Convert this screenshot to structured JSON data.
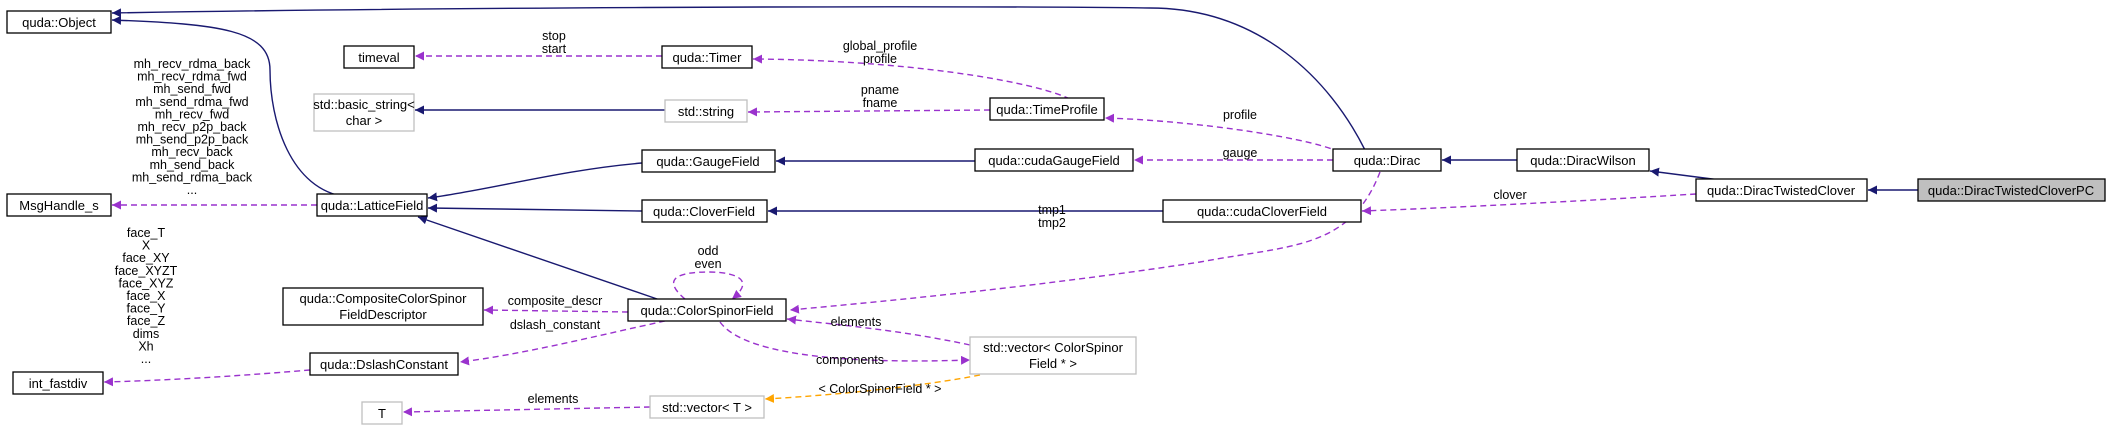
{
  "nodes": {
    "object": "quda::Object",
    "timeval": "timeval",
    "timer": "quda::Timer",
    "basic_string_1": "std::basic_string<",
    "basic_string_2": "char >",
    "string": "std::string",
    "timeprofile": "quda::TimeProfile",
    "msghandle": "MsgHandle_s",
    "latticefield": "quda::LatticeField",
    "gaugefield": "quda::GaugeField",
    "cudagaugefield": "quda::cudaGaugeField",
    "cloverfield": "quda::CloverField",
    "cudacloverfield": "quda::cudaCloverField",
    "dirac": "quda::Dirac",
    "diracwilson": "quda::DiracWilson",
    "diractwistedclover": "quda::DiracTwistedClover",
    "diractwistedcloverpc": "quda::DiracTwistedCloverPC",
    "compositedesc_1": "quda::CompositeColorSpinor",
    "compositedesc_2": "FieldDescriptor",
    "colorspinorfield": "quda::ColorSpinorField",
    "dslashconstant": "quda::DslashConstant",
    "intfastdiv": "int_fastdiv",
    "vector_csf_1": "std::vector< ColorSpinor",
    "vector_csf_2": "Field * >",
    "t": "T",
    "vector_t": "std::vector< T >"
  },
  "labels": {
    "stop": "stop",
    "start": "start",
    "global_profile": "global_profile",
    "profile_timer": "profile",
    "pname": "pname",
    "fname": "fname",
    "profile": "profile",
    "gauge": "gauge",
    "clover": "clover",
    "tmp1": "tmp1",
    "tmp2": "tmp2",
    "odd": "odd",
    "even": "even",
    "composite_descr": "composite_descr",
    "dslash_constant": "dslash_constant",
    "elements_vec": "elements",
    "components": "components",
    "template_arg": "< ColorSpinorField * >",
    "elements_t": "elements",
    "msg": [
      "mh_recv_rdma_back",
      "mh_recv_rdma_fwd",
      "mh_send_fwd",
      "mh_send_rdma_fwd",
      "mh_recv_fwd",
      "mh_recv_p2p_back",
      "mh_send_p2p_back",
      "mh_recv_back",
      "mh_send_back",
      "mh_send_rdma_back",
      "..."
    ],
    "fastdiv": [
      "face_T",
      "X",
      "face_XY",
      "face_XYZT",
      "face_XYZ",
      "face_X",
      "face_Y",
      "face_Z",
      "dims",
      "Xh",
      "..."
    ]
  },
  "colors": {
    "inheritance": "#191970",
    "usage": "#9a32cd",
    "template": "#ffa500",
    "focus_fill": "#bfbfbf",
    "undocumented_border": "#bfbfbf"
  }
}
